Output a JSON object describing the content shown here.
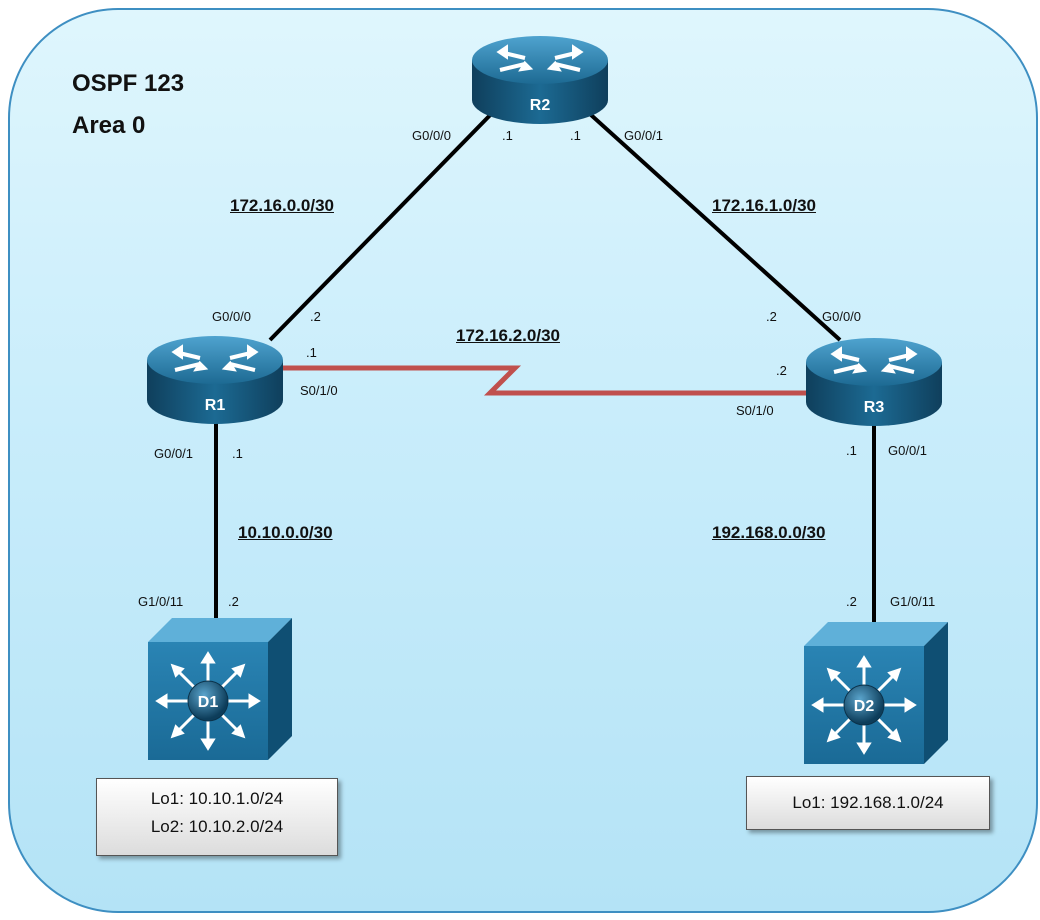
{
  "area": {
    "line1": "OSPF 123",
    "line2": "Area 0"
  },
  "devices": {
    "r1": "R1",
    "r2": "R2",
    "r3": "R3",
    "d1": "D1",
    "d2": "D2"
  },
  "networks": {
    "r1_r2": "172.16.0.0/30",
    "r2_r3": "172.16.1.0/30",
    "r1_r3": "172.16.2.0/30",
    "r1_d1": "10.10.0.0/30",
    "r3_d2": "192.168.0.0/30"
  },
  "interfaces": {
    "r2_g000": "G0/0/0",
    "r2_g000_ip": ".1",
    "r2_g001": "G0/0/1",
    "r2_g001_ip": ".1",
    "r1_g000": "G0/0/0",
    "r1_g000_ip": ".2",
    "r1_s010": "S0/1/0",
    "r1_s010_ip": ".1",
    "r1_g001": "G0/0/1",
    "r1_g001_ip": ".1",
    "r3_g000": "G0/0/0",
    "r3_g000_ip": ".2",
    "r3_s010": "S0/1/0",
    "r3_s010_ip": ".2",
    "r3_g001": "G0/0/1",
    "r3_g001_ip": ".1",
    "d1_g1011": "G1/0/11",
    "d1_ip": ".2",
    "d2_g1011": "G1/0/11",
    "d2_ip": ".2"
  },
  "loopbacks": {
    "d1_lo1": "Lo1: 10.10.1.0/24",
    "d1_lo2": "Lo2: 10.10.2.0/24",
    "d2_lo1": "Lo1: 192.168.1.0/24"
  },
  "colors": {
    "serial_link": "#c0504d",
    "ethernet_link": "#000000",
    "device": "#1f6f9b"
  }
}
